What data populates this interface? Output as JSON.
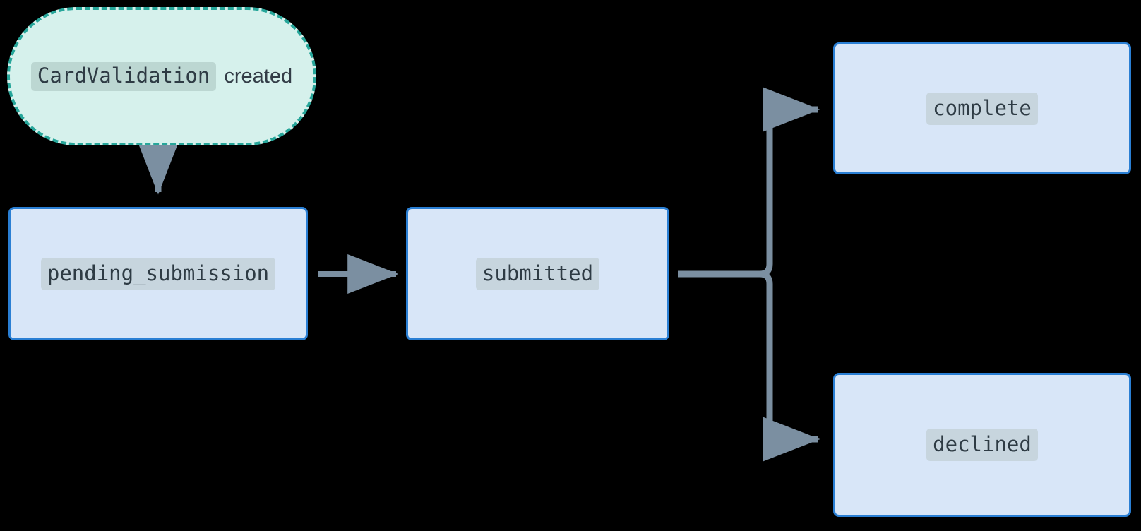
{
  "diagram": {
    "type": "state-machine-flowchart",
    "background_color": "#000000",
    "nodes": [
      {
        "id": "start",
        "shape": "stadium",
        "code_label": "CardValidation",
        "text_label": "created",
        "fill": "#d6f1ec",
        "border": "#27a69a",
        "border_style": "dashed"
      },
      {
        "id": "pending_submission",
        "shape": "rect",
        "code_label": "pending_submission",
        "fill": "#d8e6f8",
        "border": "#2a7fd4",
        "border_style": "solid"
      },
      {
        "id": "submitted",
        "shape": "rect",
        "code_label": "submitted",
        "fill": "#d8e6f8",
        "border": "#2a7fd4",
        "border_style": "solid"
      },
      {
        "id": "complete",
        "shape": "rect",
        "code_label": "complete",
        "fill": "#d8e6f8",
        "border": "#2a7fd4",
        "border_style": "solid"
      },
      {
        "id": "declined",
        "shape": "rect",
        "code_label": "declined",
        "fill": "#d8e6f8",
        "border": "#2a7fd4",
        "border_style": "solid"
      }
    ],
    "edges": [
      {
        "id": "start-to-pending",
        "from": "start",
        "to": "pending_submission",
        "label": "",
        "color": "#7b8fa1"
      },
      {
        "id": "pending-to-submitted",
        "from": "pending_submission",
        "to": "submitted",
        "label": "",
        "color": "#7b8fa1"
      },
      {
        "id": "submitted-to-complete",
        "from": "submitted",
        "to": "complete",
        "label": "",
        "color": "#7b8fa1"
      },
      {
        "id": "submitted-to-declined",
        "from": "submitted",
        "to": "declined",
        "label": "",
        "color": "#7b8fa1"
      }
    ],
    "edge_color": "#7b8fa1"
  }
}
